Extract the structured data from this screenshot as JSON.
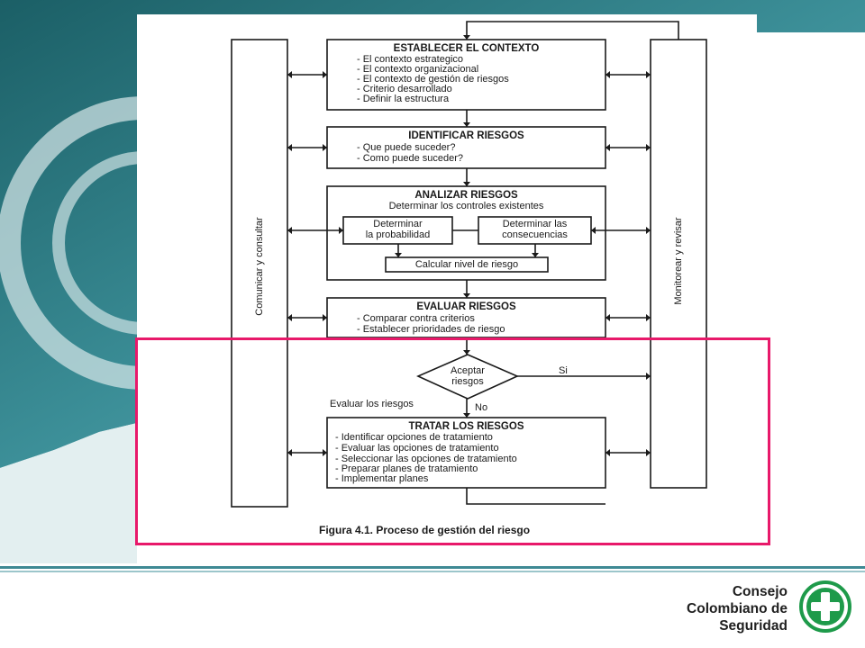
{
  "flowchart": {
    "establecer": {
      "title": "ESTABLECER EL CONTEXTO",
      "items": [
        "- El contexto estrategico",
        "- El contexto organizacional",
        "- El contexto de gestión de riesgos",
        "- Criterio desarrollado",
        "- Definir la estructura"
      ]
    },
    "identificar": {
      "title": "IDENTIFICAR RIESGOS",
      "items": [
        "- Que puede suceder?",
        "- Como puede suceder?"
      ]
    },
    "analizar": {
      "title": "ANALIZAR RIESGOS",
      "subtitle": "Determinar los controles existentes",
      "probabilidad": [
        "Determinar",
        "la probabilidad"
      ],
      "consecuencias": [
        "Determinar las",
        "consecuencias"
      ],
      "nivel": "Calcular nivel de riesgo"
    },
    "evaluar": {
      "title": "EVALUAR RIESGOS",
      "items": [
        "- Comparar contra criterios",
        "- Establecer prioridades de riesgo"
      ]
    },
    "decision": {
      "line1": "Aceptar",
      "line2": "riesgos",
      "yes": "Si",
      "no": "No",
      "side_label": "Evaluar los riesgos"
    },
    "tratar": {
      "title": "TRATAR LOS RIESGOS",
      "items": [
        "- Identificar opciones de tratamiento",
        "- Evaluar las opciones de tratamiento",
        "- Seleccionar las opciones de tratamiento",
        "- Preparar planes de tratamiento",
        "- Implementar planes"
      ]
    },
    "side_left": "Comunicar y consultar",
    "side_right": "Monitorear y revisar",
    "caption": "Figura 4.1. Proceso de gestión del riesgo"
  },
  "logo": {
    "lines": [
      "Consejo",
      "Colombiano de",
      "Seguridad"
    ]
  },
  "colors": {
    "highlight": "#e8196a",
    "teal": "#3f8a94",
    "logo_green": "#1e9a4a"
  }
}
